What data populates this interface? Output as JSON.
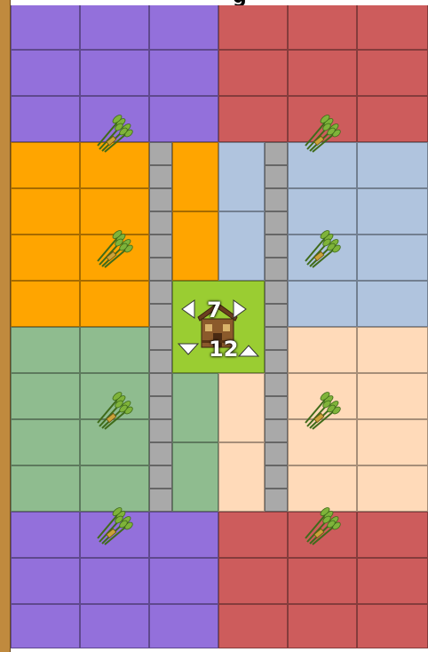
{
  "header_text": "g",
  "colors": {
    "purple": "#9370db",
    "red": "#cd5c5c",
    "orange": "#ffa500",
    "blue": "#b0c4de",
    "green": "#8fbc8f",
    "peach": "#ffdab9",
    "road": "#a9a9a9",
    "center": "#9acd32",
    "frame": "#c08a3e"
  },
  "center_tile": {
    "top_value": "7",
    "bottom_value": "12"
  },
  "icons": {
    "resource": "wheat-bundle-icon",
    "building": "house-icon"
  }
}
